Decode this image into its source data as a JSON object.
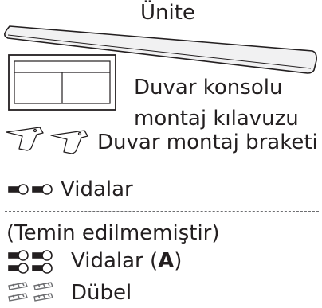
{
  "unit_label": "Ünite",
  "guide": {
    "line1": "Duvar konsolu",
    "line2": "montaj kılavuzu"
  },
  "bracket_label": "Duvar montaj braketi",
  "screws_label": "Vidalar",
  "not_supplied_note": "(Temin edilmemiştir)",
  "screws_a": {
    "prefix": "Vidalar (",
    "letter": "A",
    "suffix": ")"
  },
  "dowel_label": "Dübel",
  "icons": [
    "soundbar-unit-illustration",
    "wall-bracket-guide-illustration",
    "wall-bracket-icon",
    "screw-icon",
    "screw-a-icon",
    "dowel-icon"
  ],
  "colors": {
    "ink": "#231f20",
    "fill": "#f1f1f2",
    "divider": "#6d6e71"
  }
}
